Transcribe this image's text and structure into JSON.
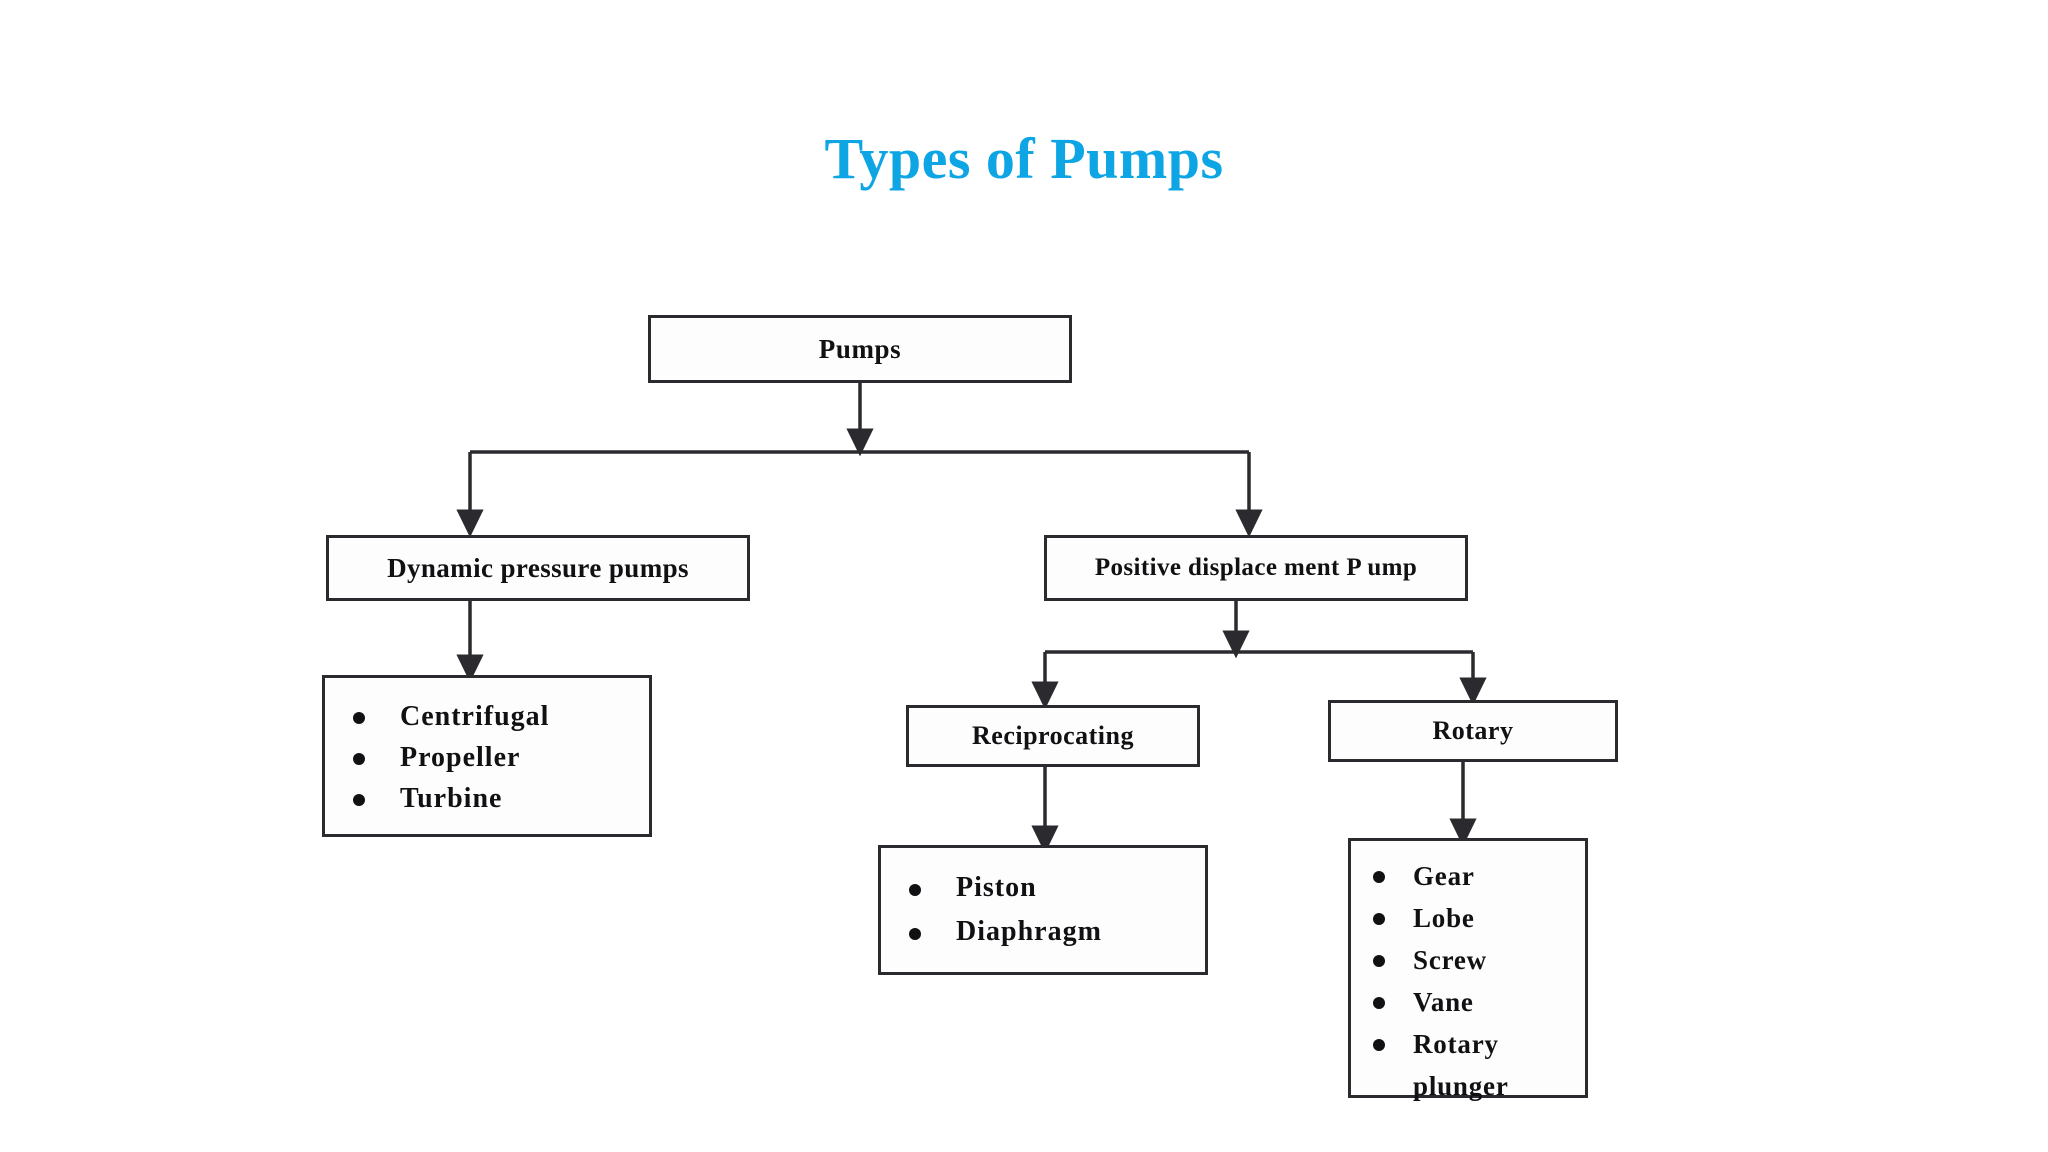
{
  "slide": {
    "title": "Types of Pumps",
    "title_color": "#0DA5E3",
    "background_color": "#FFFFFF",
    "line_color": "#2B2B2F",
    "text_color": "#111114"
  },
  "diagram": {
    "type": "tree",
    "root": "Pumps",
    "nodes": {
      "pumps": {
        "label": "Pumps"
      },
      "dynamic": {
        "label": "Dynamic pressure pumps"
      },
      "positive": {
        "label": "Positive displace ment P ump"
      },
      "reciprocating": {
        "label": "Reciprocating"
      },
      "rotary": {
        "label": "Rotary"
      },
      "dynamic_list": {
        "items": [
          "Centrifugal",
          "Propeller",
          "Turbine"
        ]
      },
      "reciprocating_list": {
        "items": [
          "Piston",
          "Diaphragm"
        ]
      },
      "rotary_list": {
        "items": [
          "Gear",
          "Lobe",
          "Screw",
          "Vane",
          "Rotary plunger"
        ]
      }
    },
    "edges": [
      {
        "from": "pumps",
        "to": "dynamic"
      },
      {
        "from": "pumps",
        "to": "positive"
      },
      {
        "from": "dynamic",
        "to": "dynamic_list"
      },
      {
        "from": "positive",
        "to": "reciprocating"
      },
      {
        "from": "positive",
        "to": "rotary"
      },
      {
        "from": "reciprocating",
        "to": "reciprocating_list"
      },
      {
        "from": "rotary",
        "to": "rotary_list"
      }
    ]
  }
}
